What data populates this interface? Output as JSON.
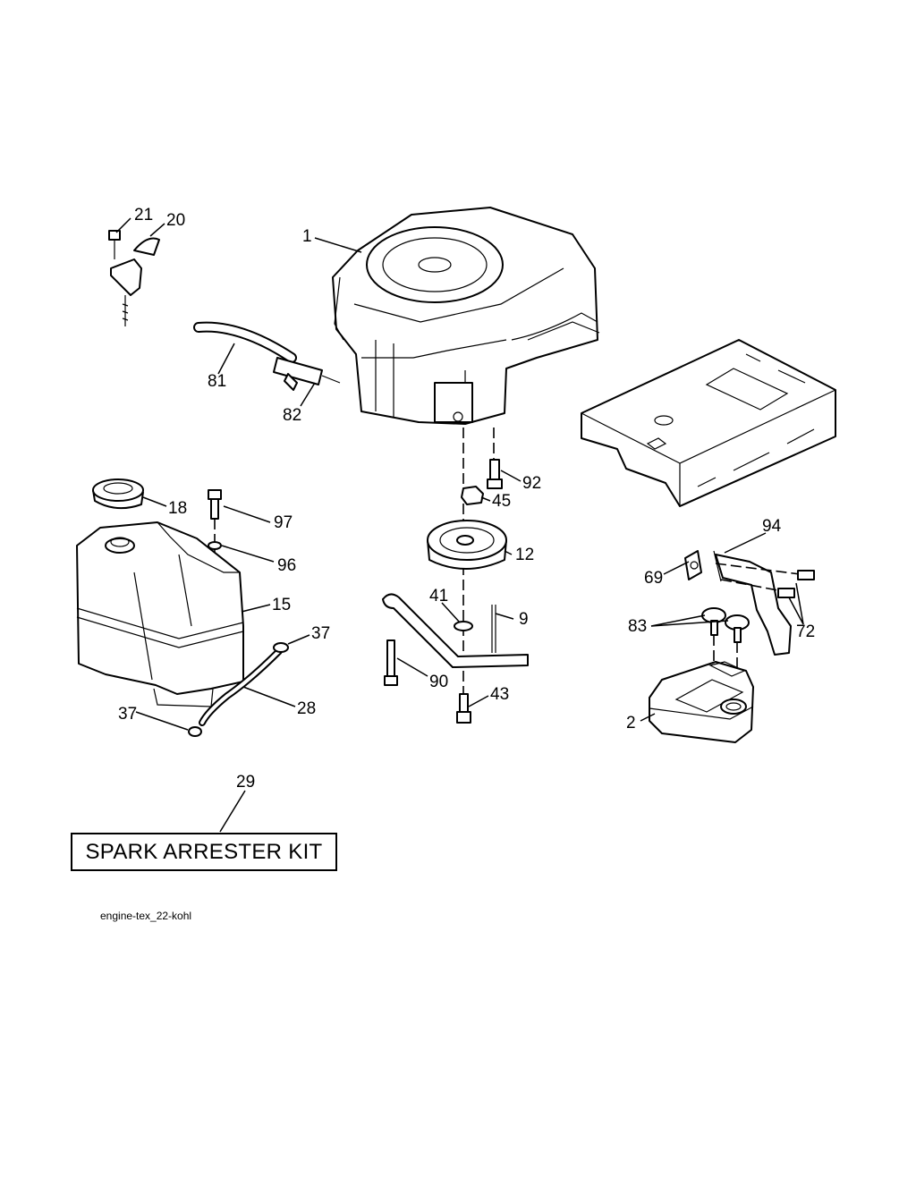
{
  "callouts": {
    "c1": "1",
    "c2": "2",
    "c9": "9",
    "c12": "12",
    "c15": "15",
    "c18": "18",
    "c20": "20",
    "c21": "21",
    "c28": "28",
    "c29": "29",
    "c37a": "37",
    "c37b": "37",
    "c41": "41",
    "c43": "43",
    "c45": "45",
    "c69": "69",
    "c72": "72",
    "c81": "81",
    "c82": "82",
    "c83": "83",
    "c90": "90",
    "c92": "92",
    "c94": "94",
    "c96": "96",
    "c97": "97"
  },
  "kit_label": "SPARK ARRESTER KIT",
  "diagram_ref": "engine-tex_22-kohl"
}
